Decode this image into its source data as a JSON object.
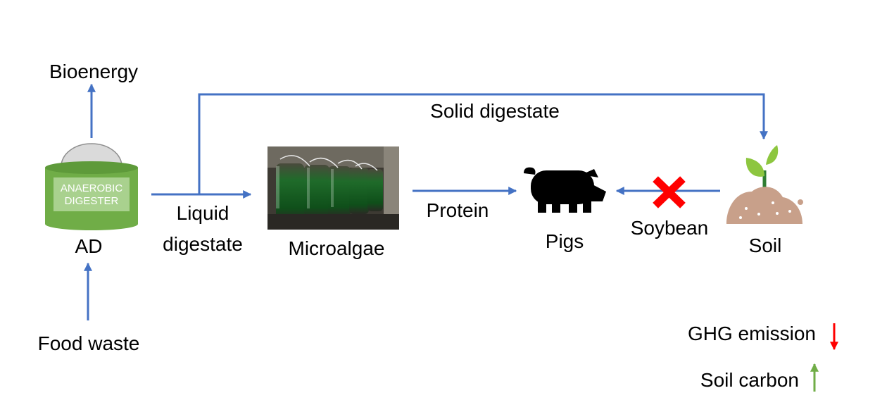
{
  "nodes": {
    "bioenergy": "Bioenergy",
    "ad": "AD",
    "digester_line1": "ANAEROBIC",
    "digester_line2": "DIGESTER",
    "food_waste": "Food waste",
    "microalgae": "Microalgae",
    "pigs": "Pigs",
    "soil": "Soil"
  },
  "edges": {
    "solid_digestate": "Solid digestate",
    "liquid_line1": "Liquid",
    "liquid_line2": "digestate",
    "protein": "Protein",
    "soybean": "Soybean"
  },
  "legend": {
    "ghg": "GHG emission",
    "ghg_trend": "down",
    "ghg_color": "#FF0000",
    "soil_carbon": "Soil carbon",
    "soil_carbon_trend": "up",
    "soil_carbon_color": "#70AD47"
  },
  "colors": {
    "flow": "#4472C4",
    "digester": "#70AD47",
    "cross": "#FF0000",
    "leaf": "#8DC63F",
    "soil": "#C8A08A"
  },
  "icons": {
    "digester": "anaerobic-digester-icon",
    "photo": "microalgae-photobioreactor-photo",
    "pig": "pig-icon",
    "soil": "sprout-soil-icon",
    "cross": "cross-icon"
  }
}
